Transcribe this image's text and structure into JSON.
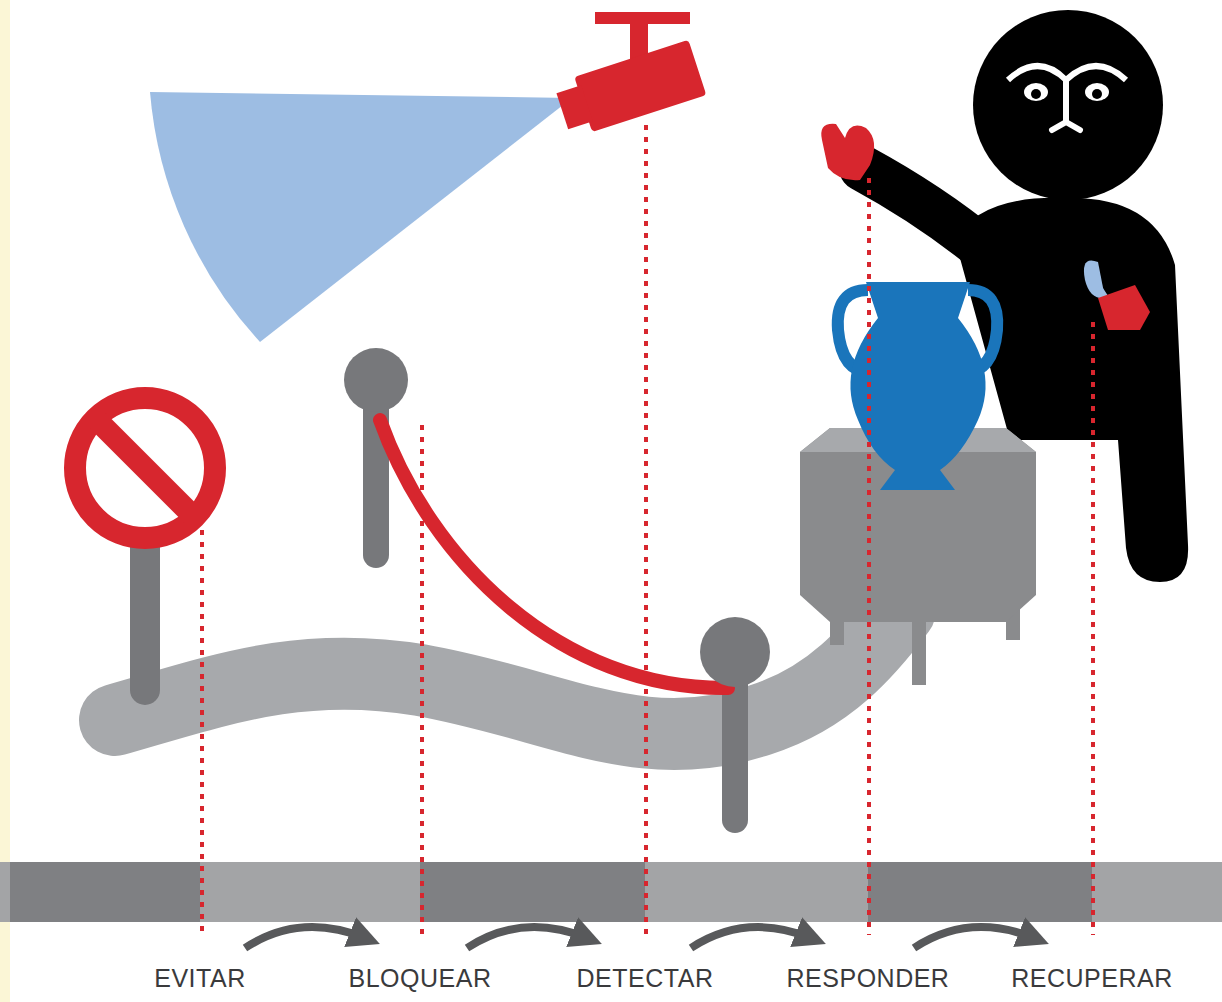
{
  "diagram": {
    "labels": [
      "EVITAR",
      "BLOQUEAR",
      "DETECTAR",
      "RESPONDER",
      "RECUPERAR"
    ]
  }
}
